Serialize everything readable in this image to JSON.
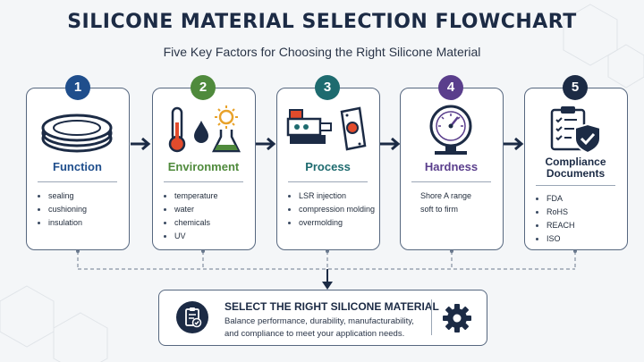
{
  "header": {
    "title": "SILICONE MATERIAL SELECTION FLOWCHART",
    "subtitle": "Five Key Factors for Choosing the Right Silicone Material"
  },
  "colors": {
    "navy": "#1c2b45",
    "function_blue": "#1f4e8c",
    "environment_green": "#4f8a3c",
    "process_teal": "#1e6b6f",
    "hardness_purple": "#5a3e8c",
    "compliance_navy": "#1c2b45"
  },
  "factors": [
    {
      "number": "1",
      "title": "Function",
      "icon": "gasket-ring-icon",
      "items": [
        "sealing",
        "cushioning",
        "insulation"
      ]
    },
    {
      "number": "2",
      "title": "Environment",
      "icon": "thermometer-droplet-sun-flask-icon",
      "items": [
        "temperature",
        "water",
        "chemicals",
        "UV"
      ]
    },
    {
      "number": "3",
      "title": "Process",
      "icon": "injection-machine-mold-icon",
      "items": [
        "LSR injection",
        "compression molding",
        "overmolding"
      ]
    },
    {
      "number": "4",
      "title": "Hardness",
      "icon": "durometer-gauge-icon",
      "items": [
        "Shore A range",
        "soft to firm"
      ]
    },
    {
      "number": "5",
      "title_line1": "Compliance",
      "title_line2": "Documents",
      "icon": "clipboard-shield-icon",
      "items": [
        "FDA",
        "RoHS",
        "REACH",
        "ISO"
      ]
    }
  ],
  "result": {
    "title": "SELECT THE RIGHT SILICONE MATERIAL",
    "line1": "Balance performance, durability, manufacturability,",
    "line2": "and compliance to meet your application needs.",
    "left_icon": "clipboard-check-icon",
    "right_icon": "gear-icon"
  }
}
